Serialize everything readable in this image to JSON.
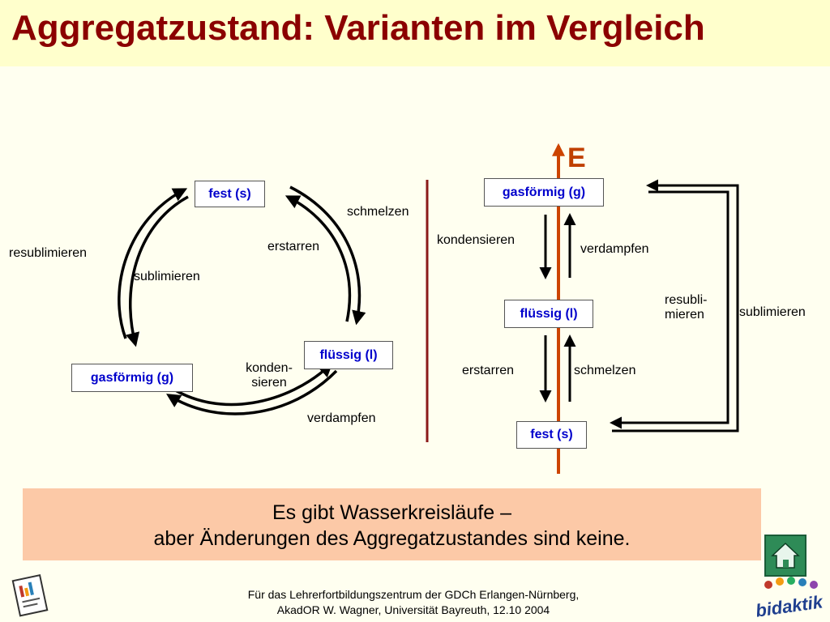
{
  "title": "Aggregatzustand: Varianten im Vergleich",
  "left_diagram": {
    "box_fest": "fest (s)",
    "box_fluessig": "flüssig (l)",
    "box_gas": "gasförmig (g)",
    "label_schmelzen": "schmelzen",
    "label_erstarren": "erstarren",
    "label_resublimieren": "resublimieren",
    "label_sublimieren": "sublimieren",
    "label_kondensieren_1": "konden-",
    "label_kondensieren_2": "sieren",
    "label_verdampfen": "verdampfen"
  },
  "right_diagram": {
    "energy_label": "E",
    "box_gas": "gasförmig (g)",
    "box_fluessig": "flüssig (l)",
    "box_fest": "fest (s)",
    "label_kondensieren": "kondensieren",
    "label_verdampfen": "verdampfen",
    "label_erstarren": "erstarren",
    "label_schmelzen": "schmelzen",
    "label_resublimieren_1": "resubli-",
    "label_resublimieren_2": "mieren",
    "label_sublimieren": "sublimieren"
  },
  "conclusion": {
    "line1": "Es gibt Wasserkreisläufe –",
    "line2": "aber Änderungen des Aggregatzustandes sind keine."
  },
  "footer": {
    "line1": "Für das Lehrerfortbildungszentrum der GDCh Erlangen-Nürnberg,",
    "line2": "AkadOR W. Wagner, Universität Bayreuth, 12.10 2004"
  },
  "logo_text": "bidaktik",
  "colors": {
    "title": "#8b0000",
    "box_text": "#0000cc",
    "energy_arrow": "#cc4400",
    "divider": "#8b1a1a",
    "conclusion_bg": "#fcc9a7",
    "home_button": "#2e8b57"
  },
  "icons": [
    "home-icon",
    "document-icon",
    "bidaktik-logo"
  ]
}
